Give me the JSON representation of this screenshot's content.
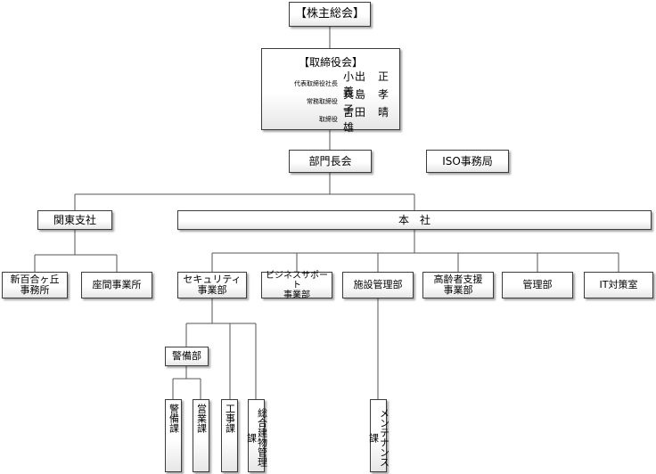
{
  "shareholders": "【株主総会】",
  "board": {
    "title": "【取締役会】",
    "members": [
      {
        "role": "代表取締役社長",
        "name": "小出　正義"
      },
      {
        "role": "常務取締役",
        "name": "真島　孝子"
      },
      {
        "role": "取締役",
        "name": "吉田　晴雄"
      }
    ]
  },
  "department_heads": "部門長会",
  "iso_office": "ISO事務局",
  "kanto_branch": "関東支社",
  "head_office": "本　社",
  "branch_offices": [
    "新百合ヶ丘\n事務所",
    "座間事業所"
  ],
  "departments": {
    "security": "セキュリティ\n事業部",
    "business_support": "ビジネスサポート\n事業部",
    "facility": "施設管理部",
    "elderly": "高齢者支援\n事業部",
    "admin": "管理部",
    "it": "IT対策室"
  },
  "guard_dept": "警備部",
  "sections": {
    "guard": "警備課",
    "sales": "営業課",
    "construction": "工事課",
    "building": "総合建物管理課",
    "maintenance": "メンテナンス課"
  }
}
